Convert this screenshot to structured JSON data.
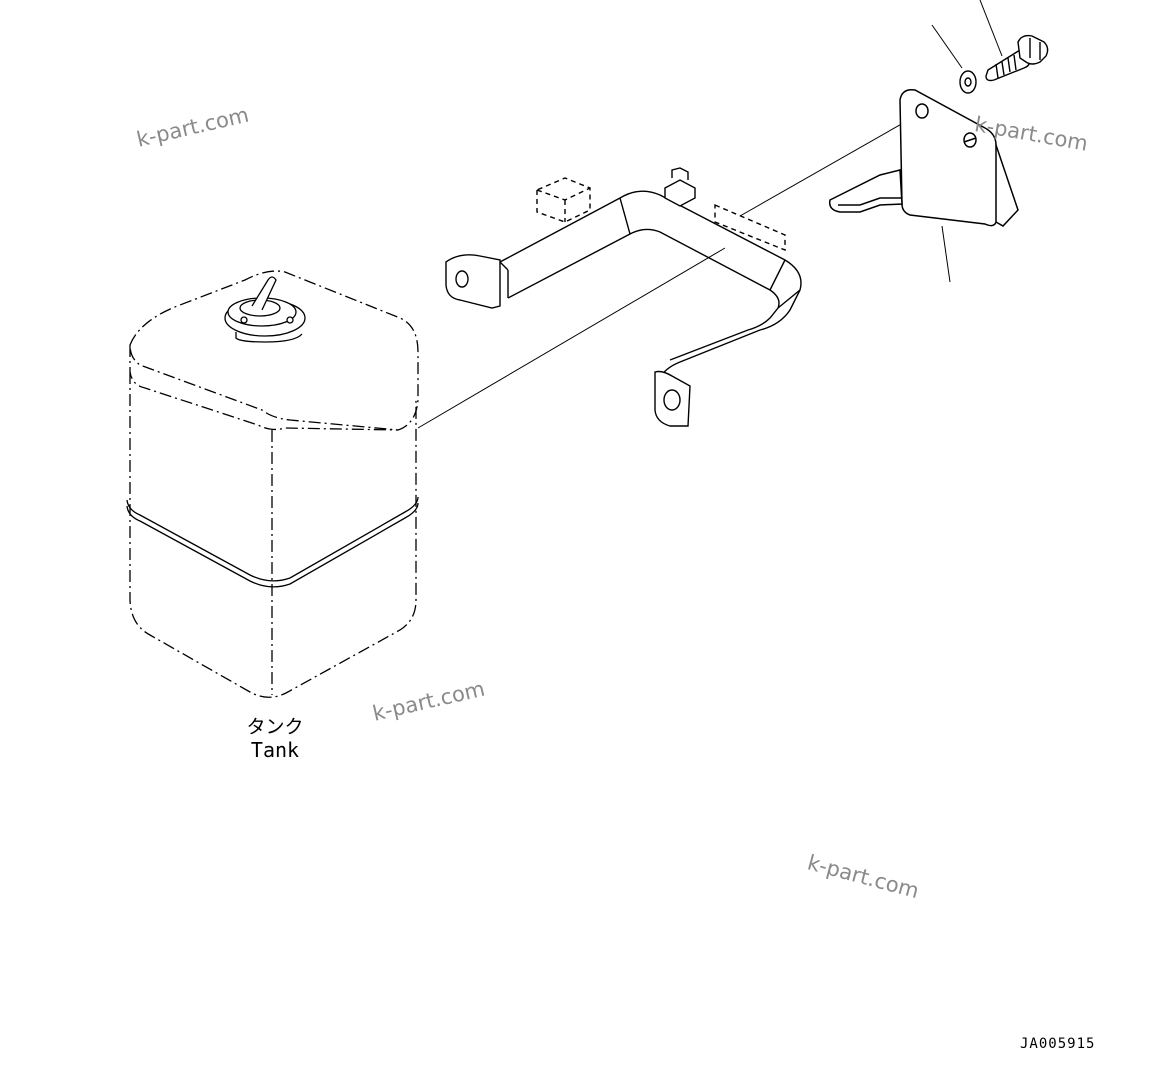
{
  "labels": {
    "tank_jp": "タンク",
    "tank_en": "Tank"
  },
  "watermark": "k-part.com",
  "drawing_code": "JA005915"
}
